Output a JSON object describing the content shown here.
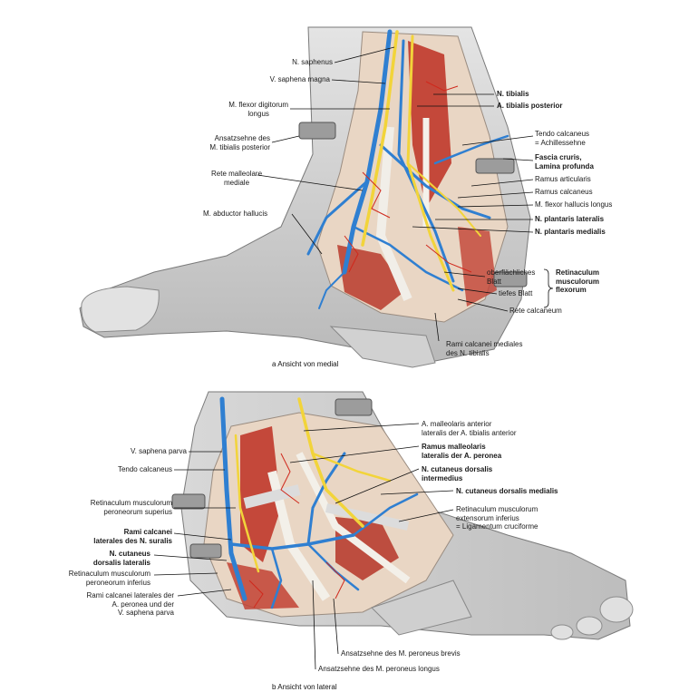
{
  "panel_a": {
    "caption": "a  Ansicht von medial",
    "labels": {
      "n_saphenus": "N. saphenus",
      "v_saphena_magna": "V. saphena magna",
      "m_flexor_digitorum_longus": "M. flexor digitorum\nlongus",
      "ansatzsehne_tibialis_posterior": "Ansatzsehne des\nM. tibialis posterior",
      "rete_malleolare_mediale": "Rete malleolare\nmediale",
      "m_abductor_hallucis": "M. abductor hallucis",
      "n_tibialis": "N. tibialis",
      "a_tibialis_posterior": "A. tibialis posterior",
      "tendo_calcaneus": "Tendo calcaneus\n= Achillessehne",
      "fascia_cruris": "Fascia cruris,\nLamina profunda",
      "ramus_articularis": "Ramus articularis",
      "ramus_calcaneus": "Ramus calcaneus",
      "m_flexor_hallucis_longus": "M. flexor hallucis longus",
      "n_plantaris_lateralis": "N. plantaris lateralis",
      "n_plantaris_medialis": "N. plantaris medialis",
      "oberflaechliches_blatt": "oberflächliches\nBlatt",
      "tiefes_blatt": "tiefes Blatt",
      "retinaculum_flexorum": "Retinaculum\nmusculorum\nflexorum",
      "rete_calcaneum": "Rete calcaneum",
      "rami_calcanei_mediales": "Rami calcanei mediales\ndes N. tibialis"
    }
  },
  "panel_b": {
    "caption": "b  Ansicht von lateral",
    "labels": {
      "v_saphena_parva": "V. saphena parva",
      "tendo_calcaneus": "Tendo calcaneus",
      "retinaculum_peroneorum_superius": "Retinaculum musculorum\nperoneorum superius",
      "rami_calcanei_laterales_suralis": "Rami calcanei\nlaterales des N. suralis",
      "n_cutaneus_dorsalis_lateralis": "N. cutaneus\ndorsalis lateralis",
      "retinaculum_peroneorum_inferius": "Retinaculum musculorum\nperoneorum inferius",
      "rami_calcanei_laterales_peronea": "Rami calcanei laterales der\nA. peronea und der\nV. saphena parva",
      "a_malleolaris_anterior_lateralis": "A. malleolaris anterior\nlateralis der A. tibialis anterior",
      "ramus_malleolaris_lateralis": "Ramus malleolaris\nlateralis der A. peronea",
      "n_cutaneus_dorsalis_intermedius": "N. cutaneus dorsalis\nintermedius",
      "n_cutaneus_dorsalis_medialis": "N. cutaneus dorsalis medialis",
      "retinaculum_extensorum_inferius": "Retinaculum musculorum\nextensorum inferius\n= Ligamentum cruciforme",
      "ansatzsehne_peroneus_brevis": "Ansatzsehne des M. peroneus brevis",
      "ansatzsehne_peroneus_longus": "Ansatzsehne des M. peroneus longus"
    }
  },
  "colors": {
    "skin": "#dcdcdc",
    "skin_shadow": "#a9a9a9",
    "muscle": "#c0392b",
    "vein": "#2f7fd1",
    "nerve": "#f2d43a",
    "tissue": "#e9d6c4",
    "tendon": "#ececea"
  }
}
